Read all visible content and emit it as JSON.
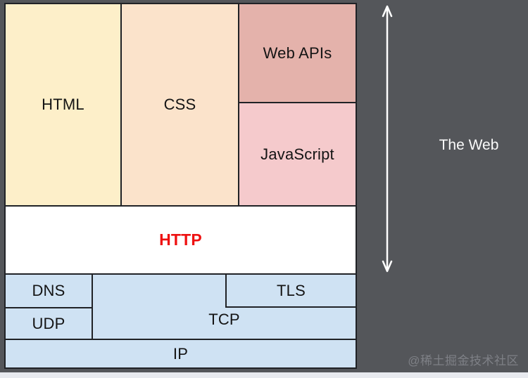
{
  "background_color": "#54565A",
  "stack": {
    "html": {
      "label": "HTML",
      "color": "#FDEFC9"
    },
    "css": {
      "label": "CSS",
      "color": "#FBE3CB"
    },
    "web_apis": {
      "label": "Web APIs",
      "color": "#E4B2AB"
    },
    "javascript": {
      "label": "JavaScript",
      "color": "#F5CACC"
    },
    "http": {
      "label": "HTTP",
      "color": "#FFFFFF",
      "text_color": "#EE1111"
    },
    "dns": {
      "label": "DNS",
      "color": "#CFE2F3"
    },
    "udp": {
      "label": "UDP",
      "color": "#CFE2F3"
    },
    "tcp": {
      "label": "TCP",
      "color": "#CFE2F3"
    },
    "tls": {
      "label": "TLS",
      "color": "#CFE2F3"
    },
    "ip": {
      "label": "IP",
      "color": "#CFE2F3"
    }
  },
  "side": {
    "label": "The Web",
    "arrow_color": "#FFFFFF"
  },
  "watermark": {
    "text": "@稀土掘金技术社区"
  }
}
